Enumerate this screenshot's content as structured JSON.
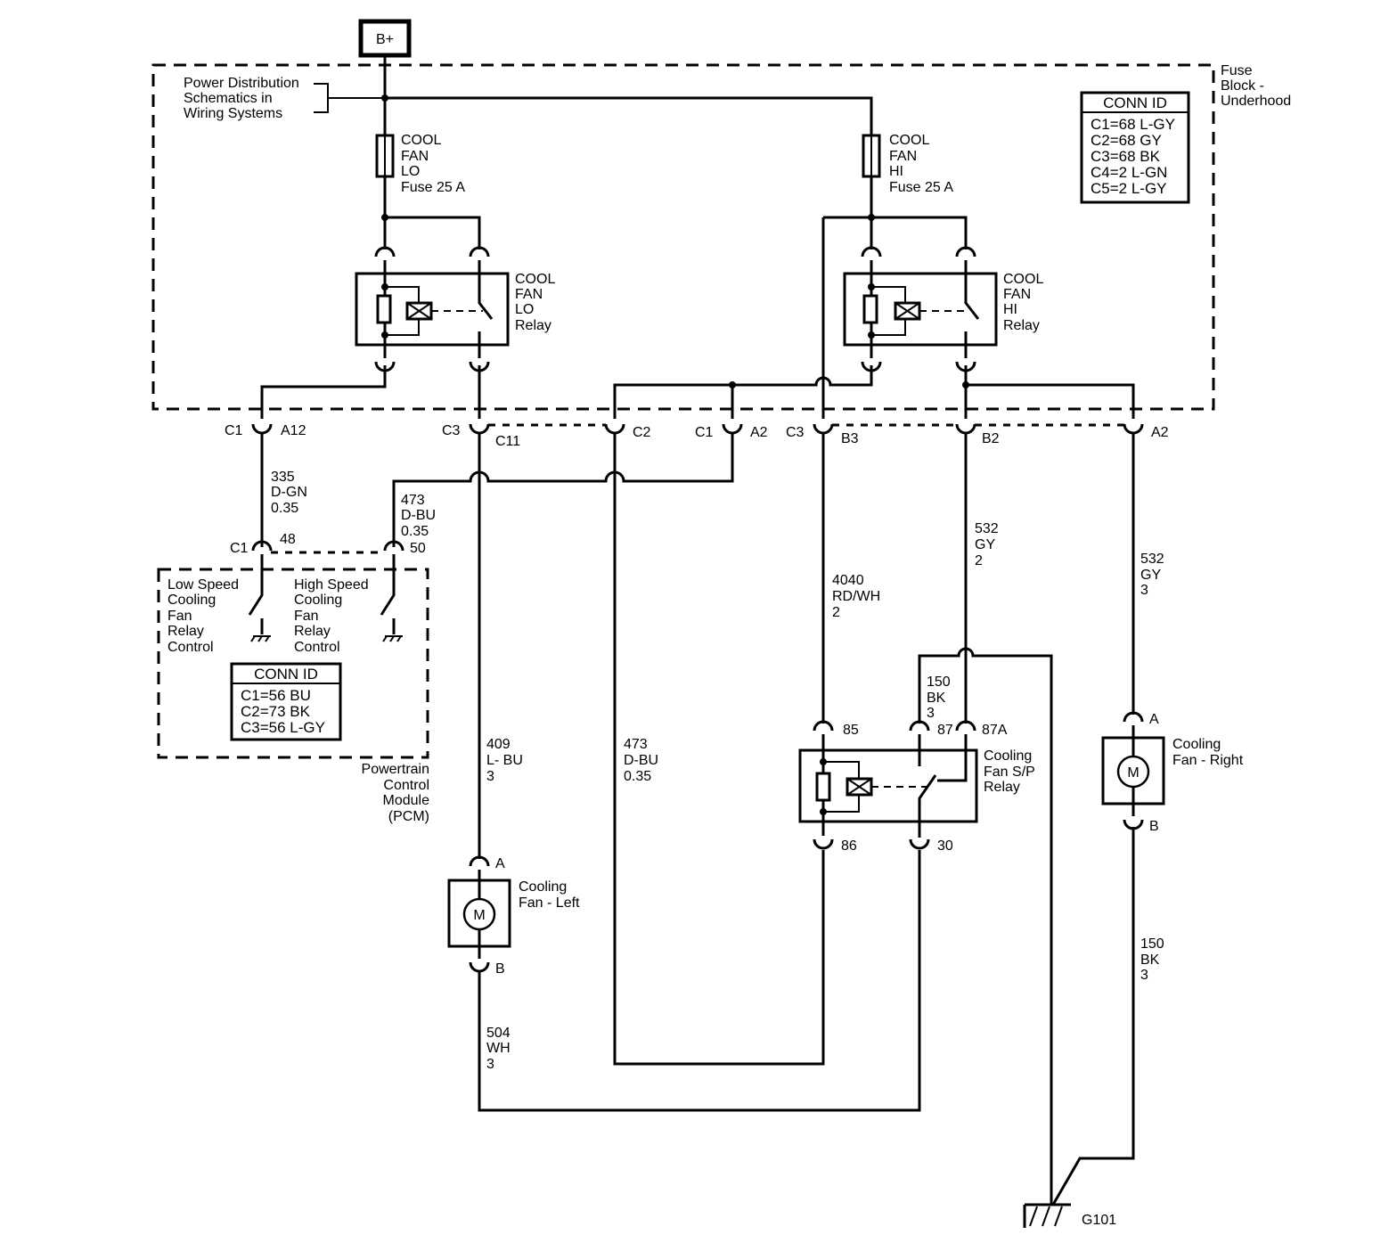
{
  "battery": "B+",
  "power_ref": [
    "Power Distribution",
    "Schematics in",
    "Wiring Systems"
  ],
  "fuse_block_label": [
    "Fuse",
    "Block -",
    "Underhood"
  ],
  "fuse_block_conn": {
    "title": "CONN ID",
    "rows": [
      "C1=68 L-GY",
      "C2=68 GY",
      "C3=68 BK",
      "C4=2 L-GN",
      "C5=2 L-GY"
    ]
  },
  "fuses": [
    {
      "lines": [
        "COOL",
        "FAN",
        "LO",
        "Fuse 25 A"
      ]
    },
    {
      "lines": [
        "COOL",
        "FAN",
        "HI",
        "Fuse 25 A"
      ]
    }
  ],
  "relays": [
    {
      "lines": [
        "COOL",
        "FAN",
        "LO",
        "Relay"
      ]
    },
    {
      "lines": [
        "COOL",
        "FAN",
        "HI",
        "Relay"
      ]
    },
    {
      "lines": [
        "Cooling",
        "Fan S/P",
        "Relay"
      ]
    }
  ],
  "connectors": {
    "c1_a12": [
      "C1",
      "A12"
    ],
    "c3_c11": [
      "C3",
      "C11"
    ],
    "c2": "C2",
    "c1_a2": [
      "C1",
      "A2"
    ],
    "c3_b3": [
      "C3",
      "B3"
    ],
    "b2": "B2",
    "a2": "A2"
  },
  "wires": {
    "w335": [
      "335",
      "D-GN",
      "0.35"
    ],
    "w473a": [
      "473",
      "D-BU",
      "0.35"
    ],
    "w409": [
      "409",
      "L- BU",
      "3"
    ],
    "w473b": [
      "473",
      "D-BU",
      "0.35"
    ],
    "w4040": [
      "4040",
      "RD/WH",
      "2"
    ],
    "w532a": [
      "532",
      "GY",
      "2"
    ],
    "w532b": [
      "532",
      "GY",
      "3"
    ],
    "w150a": [
      "150",
      "BK",
      "3"
    ],
    "w504": [
      "504",
      "WH",
      "3"
    ],
    "w150b": [
      "150",
      "BK",
      "3"
    ]
  },
  "pcm": {
    "pins": [
      "C1",
      "48",
      "50"
    ],
    "low_speed": [
      "Low Speed",
      "Cooling",
      "Fan",
      "Relay",
      "Control"
    ],
    "high_speed": [
      "High Speed",
      "Cooling",
      "Fan",
      "Relay",
      "Control"
    ],
    "conn": {
      "title": "CONN ID",
      "rows": [
        "C1=56 BU",
        "C2=73 BK",
        "C3=56 L-GY"
      ]
    },
    "label": [
      "Powertrain",
      "Control",
      "Module",
      "(PCM)"
    ]
  },
  "sp_relay_pins": [
    "85",
    "87",
    "87A",
    "86",
    "30"
  ],
  "fans": [
    {
      "lines": [
        "Cooling",
        "Fan - Left"
      ],
      "pins": [
        "A",
        "B"
      ],
      "symbol": "M"
    },
    {
      "lines": [
        "Cooling",
        "Fan - Right"
      ],
      "pins": [
        "A",
        "B"
      ],
      "symbol": "M"
    }
  ],
  "ground": "G101"
}
